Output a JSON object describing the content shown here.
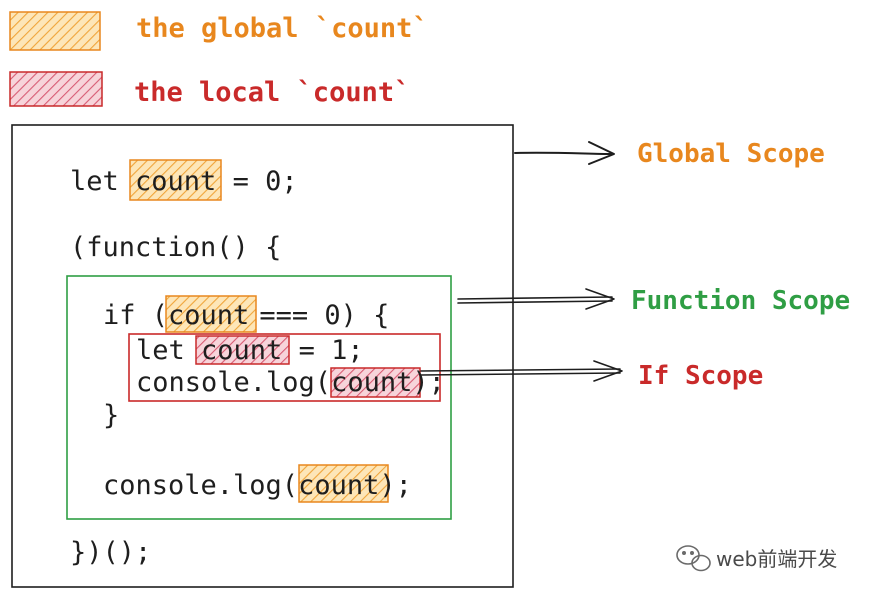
{
  "legend": {
    "global": "the global `count`",
    "local": "the local `count`"
  },
  "code": {
    "line1_pre": "let ",
    "line1_var": "count",
    "line1_post": " = 0;",
    "line2": "(function() {",
    "line3_pre": "if (",
    "line3_var": "count",
    "line3_op": "===",
    "line3_post": " 0) {",
    "line4_pre": "let ",
    "line4_var": "count",
    "line4_post": " = 1;",
    "line5_pre": "console.log(",
    "line5_var": "count",
    "line5_post": ");",
    "line6": "}",
    "line7_pre": "console.log(",
    "line7_var": "count",
    "line7_post": ");",
    "line8": "})();"
  },
  "labels": {
    "global_scope": "Global Scope",
    "function_scope": "Function Scope",
    "if_scope": "If Scope"
  },
  "watermark": {
    "text": "web前端开发"
  },
  "colors": {
    "global": "#e8871e",
    "global_fill": "#f6c96a",
    "local": "#c92a2a",
    "local_fill": "#e99aa8",
    "function": "#2f9e44",
    "text": "#1e1e1e"
  }
}
